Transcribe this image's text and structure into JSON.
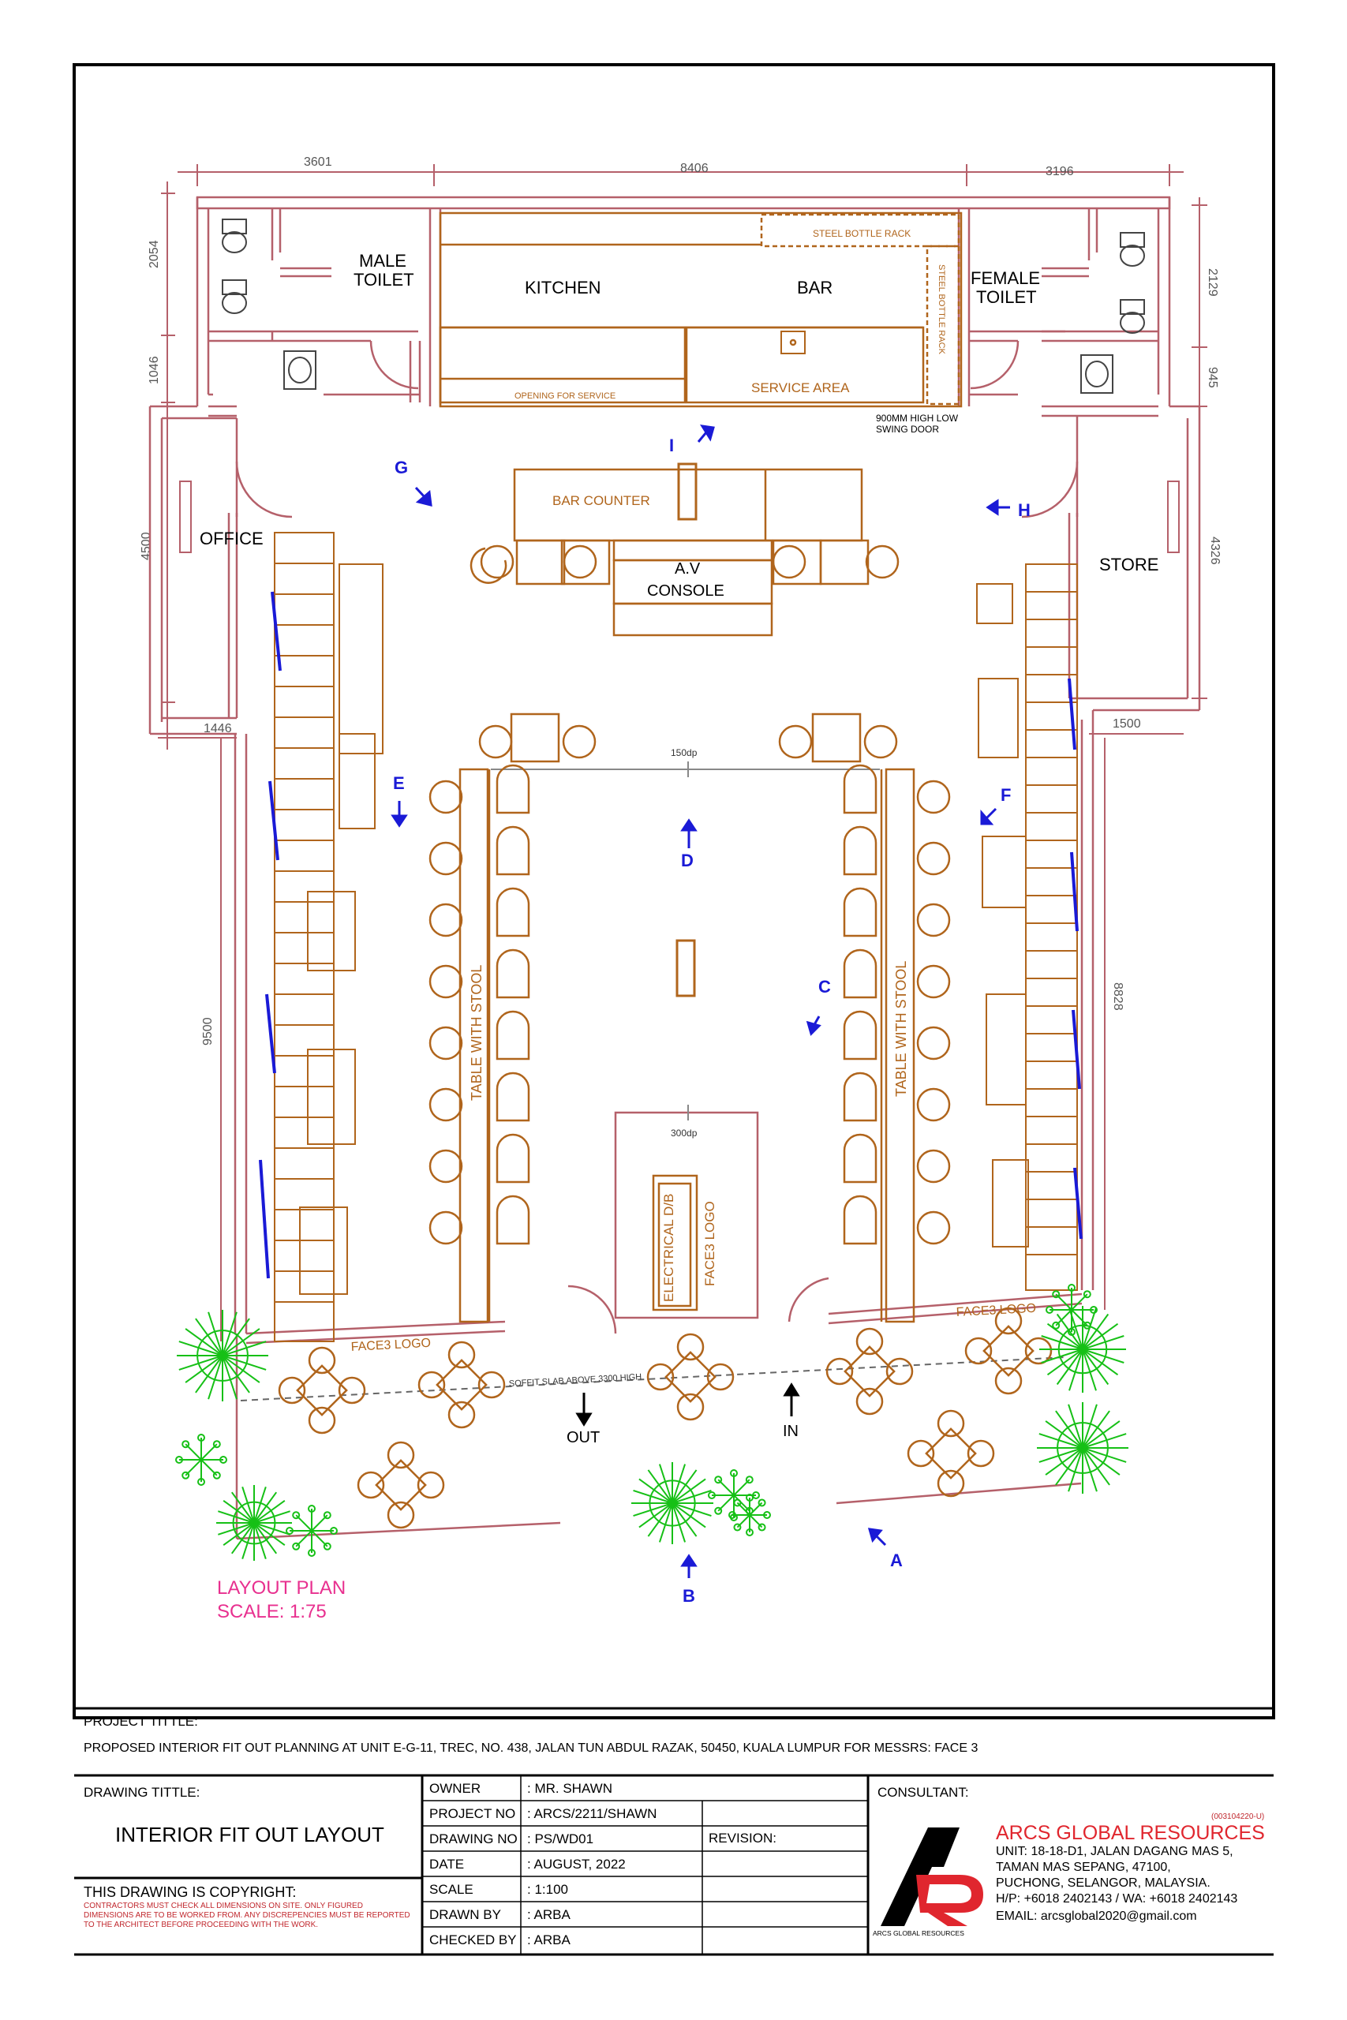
{
  "plan": {
    "dims": {
      "top_left": "3601",
      "top_mid": "8406",
      "top_right": "3196",
      "left_1": "2054",
      "left_2": "1046",
      "left_3": "4500",
      "left_4": "1446",
      "left_5": "9500",
      "right_1": "2129",
      "right_2": "945",
      "right_3": "4326",
      "right_4": "1500",
      "right_5": "8828"
    },
    "rooms": {
      "male_toilet": [
        "MALE",
        "TOILET"
      ],
      "female_toilet": [
        "FEMALE",
        "TOILET"
      ],
      "kitchen": "KITCHEN",
      "bar": "BAR",
      "office": "OFFICE",
      "store": "STORE",
      "bar_counter": "BAR COUNTER",
      "av_console": [
        "A.V",
        "CONSOLE"
      ],
      "steel_rack_h": "STEEL BOTTLE RACK",
      "steel_rack_v": "STEEL BOTTLE RACK",
      "opening": "OPENING FOR SERVICE",
      "service_area": "SERVICE AREA",
      "swing_door": [
        "900MM HIGH LOW",
        "SWING DOOR"
      ],
      "table_stool": "TABLE WITH STOOL",
      "dp150": "150dp",
      "dp300": "300dp",
      "electrical": "ELECTRICAL D/B",
      "face3_logo_v": "FACE3 LOGO",
      "face3_logo_left": "FACE3 LOGO",
      "face3_logo_right": "FACE3 LOGO",
      "soffit": "SOFFIT SLAB ABOVE 3300 HIGH",
      "out": "OUT",
      "in": "IN"
    },
    "view_markers": [
      "A",
      "B",
      "C",
      "D",
      "E",
      "F",
      "G",
      "H",
      "I"
    ],
    "layout_title": "LAYOUT PLAN",
    "layout_scale": "SCALE: 1:75",
    "colors": {
      "wall": "#b5606a",
      "furniture": "#b0651c",
      "marker": "#1a1ad6",
      "plant": "#16c016",
      "title": "#e8308f"
    }
  },
  "title_block": {
    "project_title_label": "PROJECT TITTLE:",
    "project_title": "PROPOSED INTERIOR FIT OUT PLANNING AT UNIT E-G-11, TREC, NO. 438, JALAN TUN ABDUL RAZAK, 50450, KUALA LUMPUR FOR MESSRS: FACE 3",
    "drawing_title_label": "DRAWING TITTLE:",
    "drawing_title": "INTERIOR FIT OUT LAYOUT",
    "copyright_label": "THIS DRAWING IS COPYRIGHT:",
    "copyright_note": "CONTRACTORS MUST CHECK ALL DIMENSIONS ON SITE. ONLY FIGURED DIMENSIONS ARE TO BE WORKED FROM. ANY DISCREPENCIES MUST BE REPORTED TO THE ARCHITECT BEFORE PROCEEDING WITH THE WORK.",
    "fields": [
      {
        "label": "OWNER",
        "value": ": MR. SHAWN"
      },
      {
        "label": "PROJECT NO",
        "value": ": ARCS/2211/SHAWN"
      },
      {
        "label": "DRAWING NO",
        "value": ": PS/WD01"
      },
      {
        "label": "DATE",
        "value": ": AUGUST, 2022"
      },
      {
        "label": "SCALE",
        "value": ": 1:100"
      },
      {
        "label": "DRAWN BY",
        "value": ": ARBA"
      },
      {
        "label": "CHECKED BY",
        "value": ": ARBA"
      }
    ],
    "revision_label": "REVISION:",
    "consultant_label": "CONSULTANT:",
    "company_reg": "(003104220-U)",
    "company": "ARCS GLOBAL RESOURCES",
    "address": [
      "UNIT: 18-18-D1, JALAN DAGANG MAS 5,",
      "TAMAN MAS SEPANG, 47100,",
      "PUCHONG, SELANGOR, MALAYSIA."
    ],
    "phone": "H/P: +6018 2402143 / WA: +6018 2402143",
    "email": "EMAIL: arcsglobal2020@gmail.com",
    "logo_caption": "ARCS GLOBAL RESOURCES"
  }
}
